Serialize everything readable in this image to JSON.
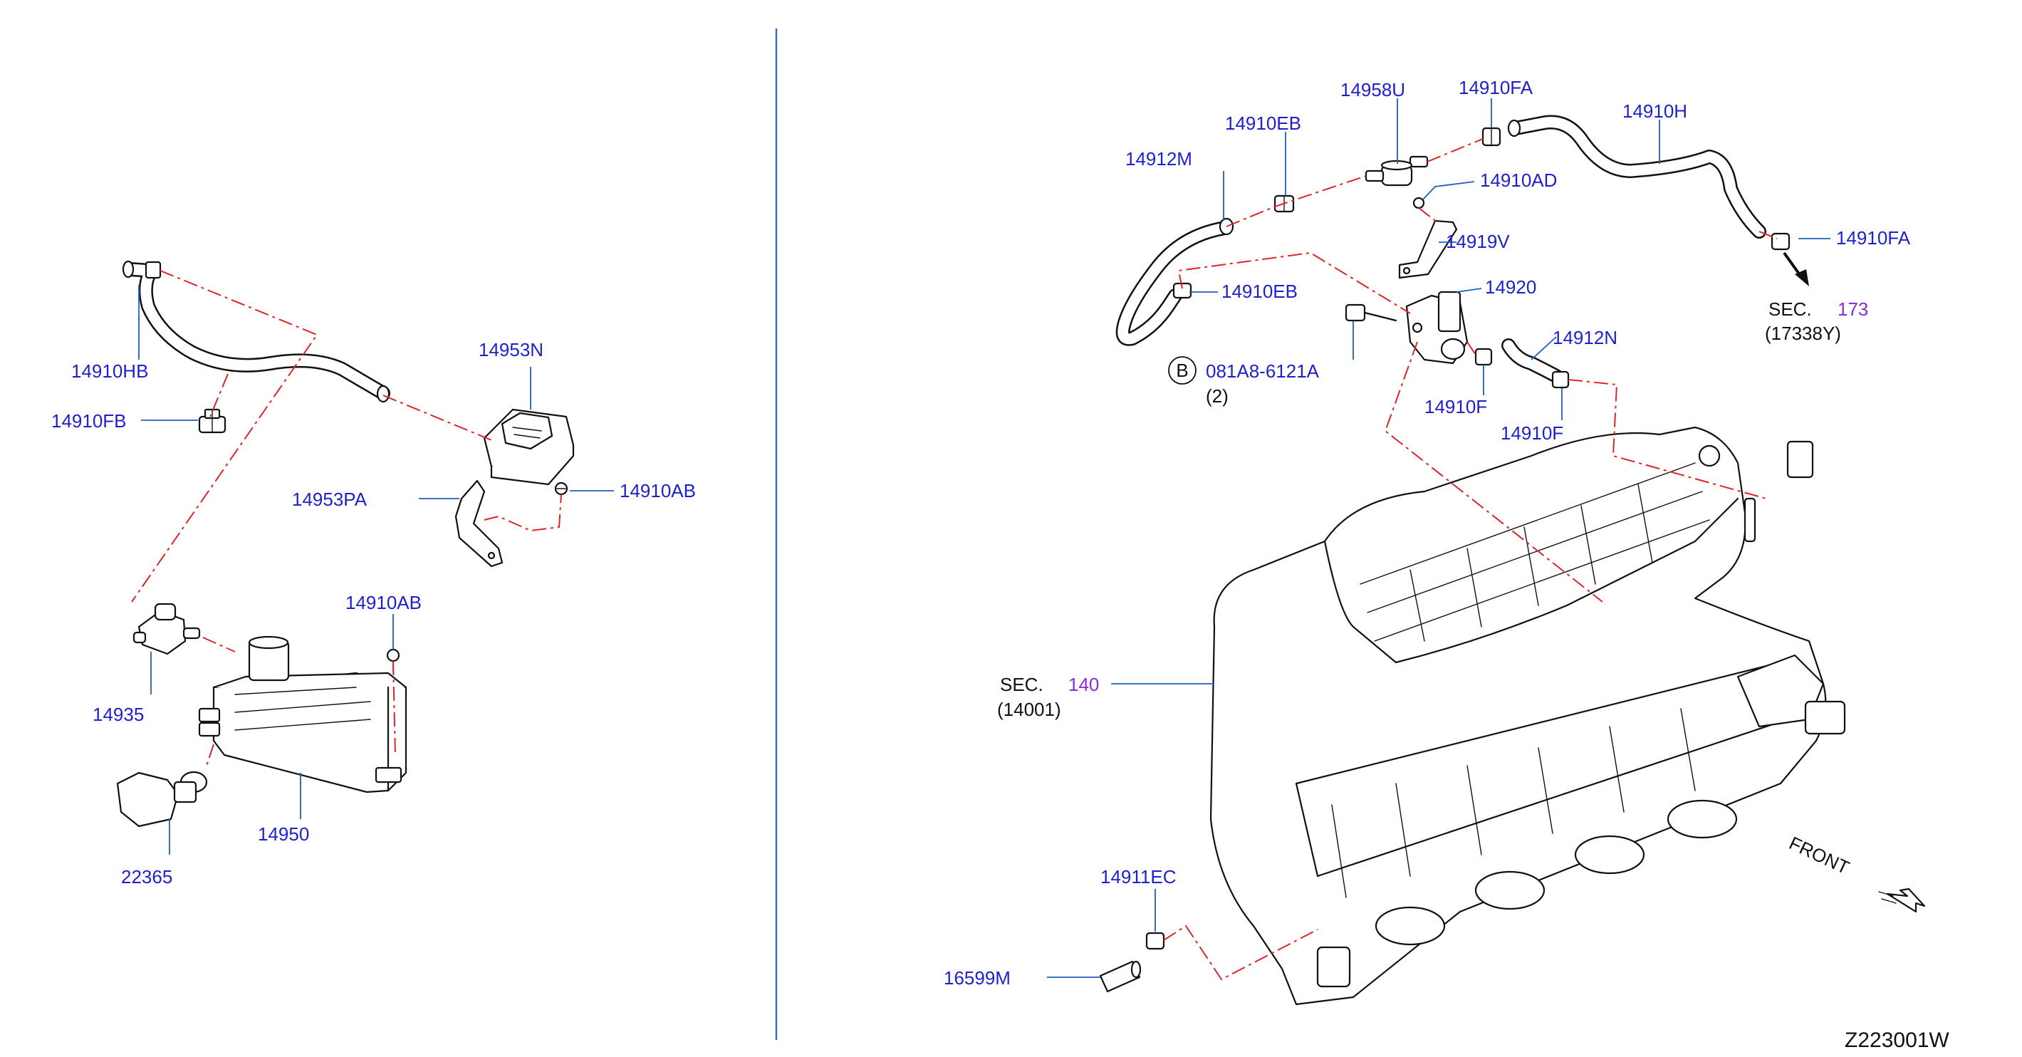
{
  "labels": {
    "l14910HB": "14910HB",
    "l14910FB": "14910FB",
    "l14953N": "14953N",
    "l14953PA": "14953PA",
    "l14910AB_a": "14910AB",
    "l14910AB_b": "14910AB",
    "l14935": "14935",
    "l14950": "14950",
    "l22365": "22365",
    "l14958U": "14958U",
    "l14910FA_a": "14910FA",
    "l14910H": "14910H",
    "l14910EB_a": "14910EB",
    "l14912M": "14912M",
    "l14910AD": "14910AD",
    "l14919V": "14919V",
    "l14910FA_b": "14910FA",
    "l14910EB_b": "14910EB",
    "l14920": "14920",
    "l14912N": "14912N",
    "l14910F_a": "14910F",
    "l14910F_b": "14910F",
    "bolt_b_letter": "B",
    "bolt_b_part": "081A8-6121A",
    "bolt_b_qty": "(2)",
    "sec173_prefix": "SEC.",
    "sec173_num": "173",
    "sec173_sub": "(17338Y)",
    "sec140_prefix": "SEC.",
    "sec140_num": "140",
    "sec140_sub": "(14001)",
    "l14911EC": "14911EC",
    "l16599M": "16599M",
    "front": "FRONT",
    "diagram_ref": "Z223001W"
  },
  "colors": {
    "label_blue": "#1f1fd1",
    "dash_red": "#e0242a",
    "section_purple": "#8a2be2",
    "divider_blue": "#3a6fb5"
  }
}
